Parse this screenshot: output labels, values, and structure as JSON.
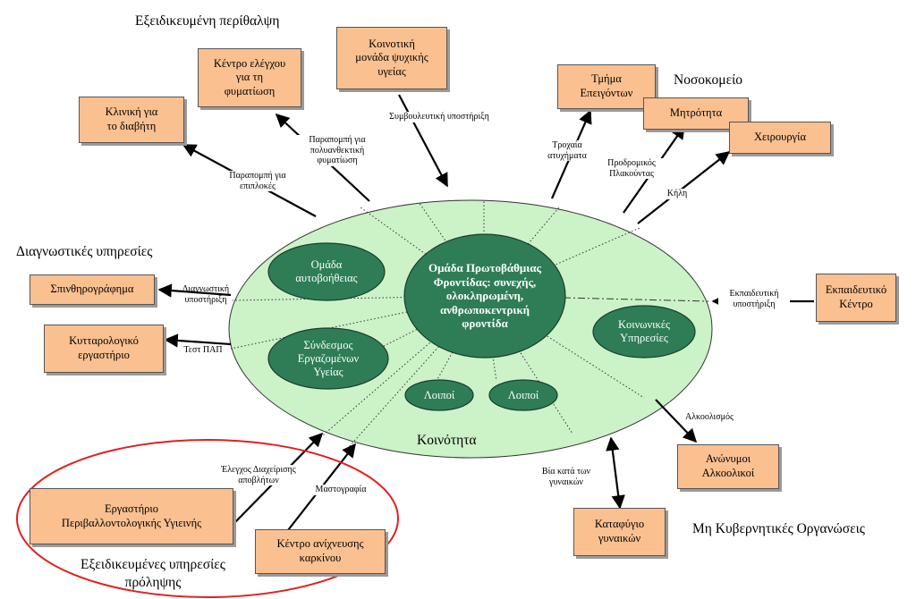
{
  "headings": {
    "specialized_care": "Εξειδικευμένη περίθαλψη",
    "hospital": "Νοσοκομείο",
    "diagnostic_services": "Διαγνωστικές υπηρεσίες",
    "ngos": "Μη Κυβερνητικές Οργανώσεις",
    "prevention_services": "Εξειδικευμένες υπηρεσίες\nπρόληψης",
    "community": "Κοινότητα"
  },
  "boxes": {
    "diabetes_clinic": "Κλινική για\nτο διαβήτη",
    "tb_center": "Κέντρο ελέγχου\nγια τη\nφυματίωση",
    "mental_health_unit": "Κοινοτική\nμονάδα ψυχικής\nυγείας",
    "emergency_dept": "Τμήμα\nΕπειγόντων",
    "maternity": "Μητρότητα",
    "surgery": "Χειρουργία",
    "spirometry": "Σπινθηρογράφημα",
    "cytology_lab": "Κυτταρολογικό\nεργαστήριο",
    "training_center": "Εκπαιδευτικό\nΚέντρο",
    "alcoholics_anonymous": "Ανώνυμοι\nΑλκοολικοί",
    "women_shelter": "Καταφύγιο\nγυναικών",
    "env_health_lab": "Εργαστήριο\nΠεριβαλλοντολογικής Υγιεινής",
    "cancer_screening": "Κέντρο ανίχνευσης\nκαρκίνου"
  },
  "ovals": {
    "self_help": "Ομάδα\nαυτοβοήθειας",
    "primary_care": "Ομάδα Πρωτοβάθμιας\nΦροντίδας: συνεχής,\nολοκληρωμένη,\nανθρωποκεντρική\nφροντίδα",
    "workers_union": "Σύνδεσμος\nΕργαζομένων\nΥγείας",
    "social_services": "Κοινωνικές\nΥπηρεσίες",
    "others_1": "Λοιποί",
    "others_2": "Λοιποί"
  },
  "links": {
    "complications_referral": "Παραπομπή για\nεπιπλοκές",
    "mdr_tb_referral": "Παραπομπή για\nπολυανθεκτική\nφυματίωση",
    "counseling_support": "Συμβουλευτική υποστήριξη",
    "road_accidents": "Τροχαία\nατυχήματα",
    "placenta_previa": "Προδρομικός\nΠλακούντας",
    "hernia": "Κήλη",
    "diagnostic_support": "Διαγνωστική\nυποστήριξη",
    "pap_test": "Τεστ ΠΑΠ",
    "educational_support": "Εκπαιδευτική\nυποστήριξη",
    "alcoholism": "Αλκοολισμός",
    "violence_women": "Βία κατά των\nγυναικών",
    "waste_management": "Έλεγχος Διαχείρισης\nαποβλήτων",
    "mammography": "Μαστογραφία"
  },
  "colors": {
    "box_fill": "#fac090",
    "community_fill": "#ccf2c8",
    "oval_fill": "#2e7d57",
    "prevention_ring": "#e02020"
  }
}
